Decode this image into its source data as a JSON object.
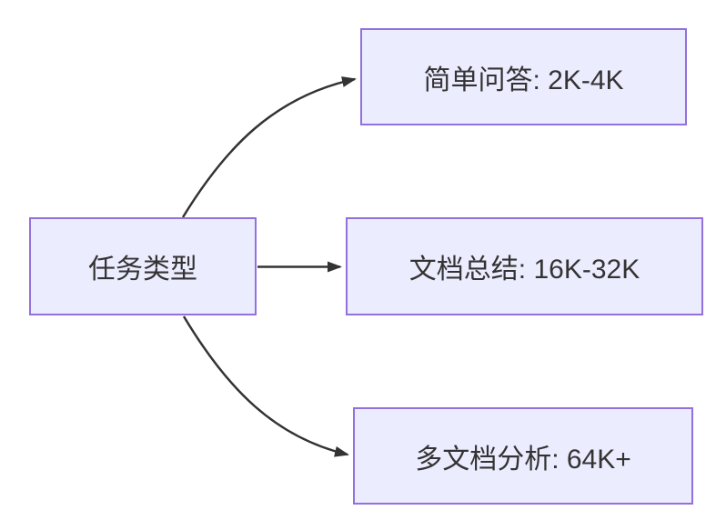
{
  "diagram": {
    "type": "flowchart-left-right",
    "background_color": "#ffffff",
    "node_fill_color": "#ECECFF",
    "node_border_color": "#9370DB",
    "edge_color": "#333333",
    "text_color": "#333333",
    "nodes": [
      {
        "id": "task-type",
        "label": "任务类型"
      },
      {
        "id": "simple-qa",
        "label": "简单问答: 2K-4K"
      },
      {
        "id": "doc-summary",
        "label": "文档总结: 16K-32K"
      },
      {
        "id": "multi-doc",
        "label": "多文档分析: 64K+"
      }
    ],
    "edges": [
      {
        "from": "task-type",
        "to": "simple-qa"
      },
      {
        "from": "task-type",
        "to": "doc-summary"
      },
      {
        "from": "task-type",
        "to": "multi-doc"
      }
    ]
  }
}
